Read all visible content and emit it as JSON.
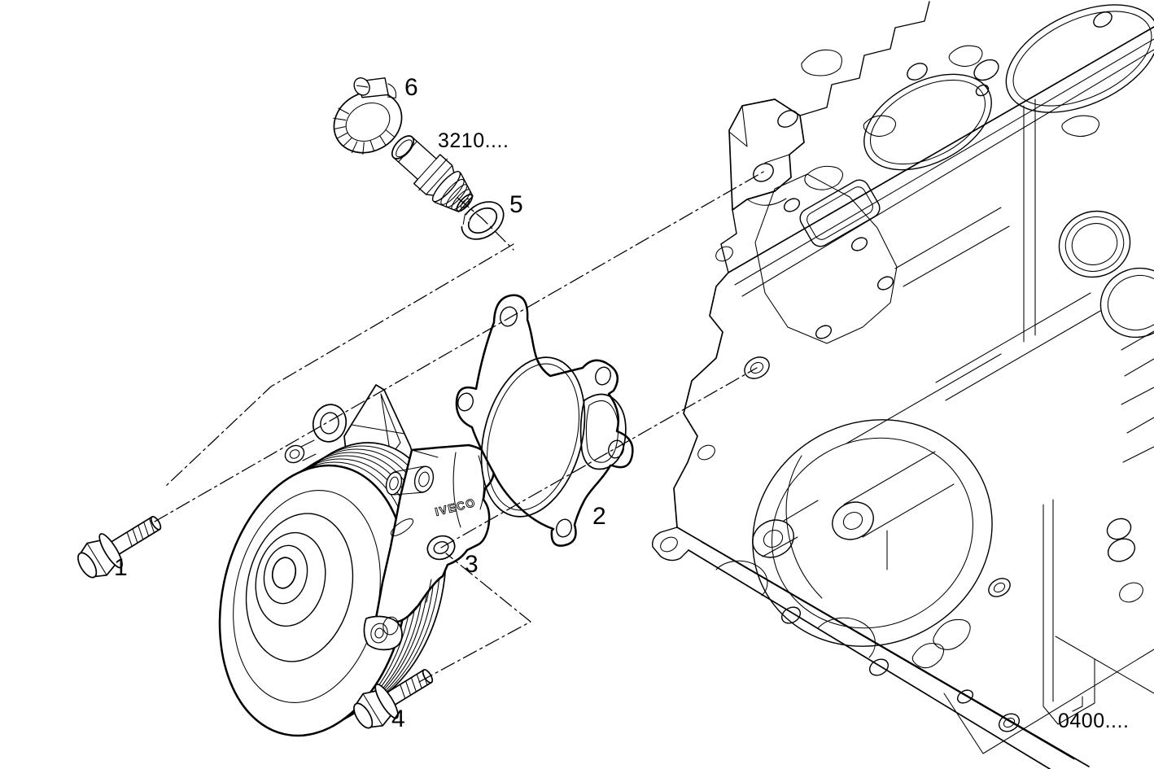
{
  "figure": {
    "type": "exploded-parts-diagram",
    "subject": "water-pump-on-engine-block",
    "background_color": "#ffffff",
    "line_color": "#000000",
    "brand_marking": "IVECO",
    "callouts": [
      {
        "label": "1"
      },
      {
        "label": "2"
      },
      {
        "label": "3"
      },
      {
        "label": "4"
      },
      {
        "label": "5"
      },
      {
        "label": "6"
      }
    ],
    "reference_codes": {
      "part_code": "3210....",
      "section_code": "0400...."
    }
  }
}
